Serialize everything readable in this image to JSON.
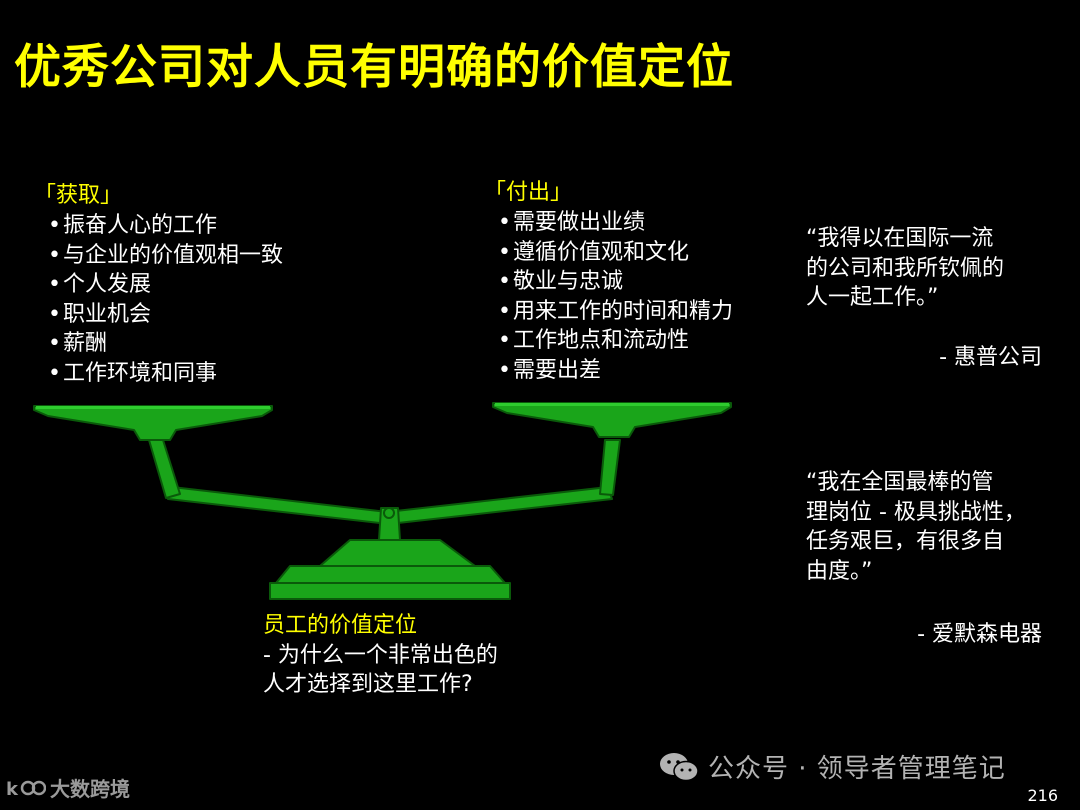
{
  "title": "优秀公司对人员有明确的价值定位",
  "gain": {
    "heading": "「获取」",
    "items": [
      "振奋人心的工作",
      "与企业的价值观相一致",
      "个人发展",
      "职业机会",
      "薪酬",
      "工作环境和同事"
    ]
  },
  "give": {
    "heading": "「付出」",
    "items": [
      "需要做出业绩",
      "遵循价值观和文化",
      "敬业与忠诚",
      "用来工作的时间和精力",
      "工作地点和流动性",
      "需要出差"
    ]
  },
  "quotes": [
    {
      "lines": [
        "“我得以在国际一流",
        "的公司和我所钦佩的",
        "人一起工作。”"
      ],
      "source": "-  惠普公司"
    },
    {
      "lines": [
        "“我在全国最棒的管",
        "理岗位 - 极具挑战性，",
        "任务艰巨，有很多自",
        "由度。”"
      ],
      "source": "- 爱默森电器"
    }
  ],
  "caption": {
    "title": "员工的价值定位",
    "lines": [
      "- 为什么一个非常出色的",
      "人才选择到这里工作?"
    ]
  },
  "watermark": "公众号 · 领导者管理笔记",
  "brand": "大数跨境",
  "page_number": "216",
  "colors": {
    "title": "#ffff00",
    "scale_fill": "#1aa51a",
    "scale_stroke": "#0a5a0a",
    "background": "#000000"
  }
}
